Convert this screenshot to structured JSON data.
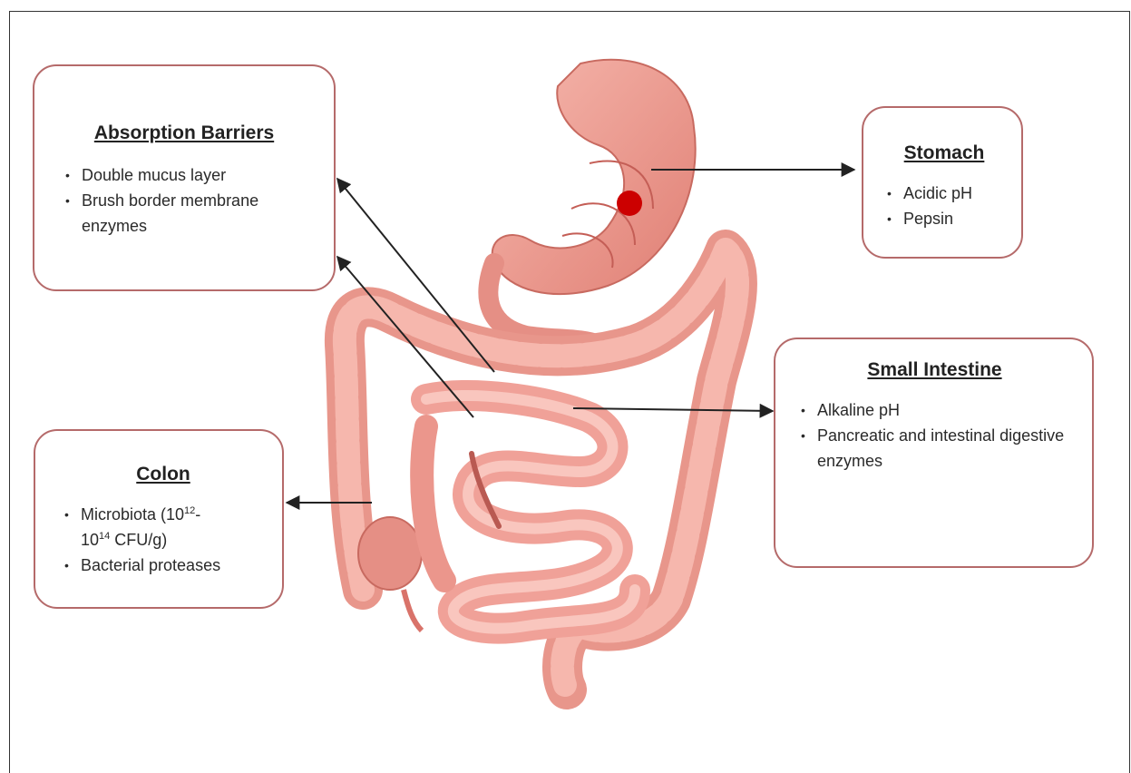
{
  "boxes": {
    "absorption": {
      "title": "Absorption Barriers",
      "items": [
        "Double mucus layer",
        "Brush border membrane enzymes"
      ]
    },
    "stomach": {
      "title": "Stomach",
      "items": [
        "Acidic pH",
        "Pepsin"
      ]
    },
    "small_intestine": {
      "title": "Small Intestine",
      "items": [
        "Alkaline pH",
        "Pancreatic and intestinal digestive enzymes"
      ]
    },
    "colon": {
      "title": "Colon",
      "item1_a": "Microbiota (10",
      "item1_sup1": "12",
      "item1_b": "-",
      "item1_c": "10",
      "item1_sup2": "14",
      "item1_d": " CFU/g)",
      "item2": "Bacterial proteases"
    }
  },
  "colors": {
    "box_border": "#b56a6a",
    "organ_fill": "#f2a49a",
    "organ_dark": "#d9736a",
    "marker": "#cc0000"
  }
}
